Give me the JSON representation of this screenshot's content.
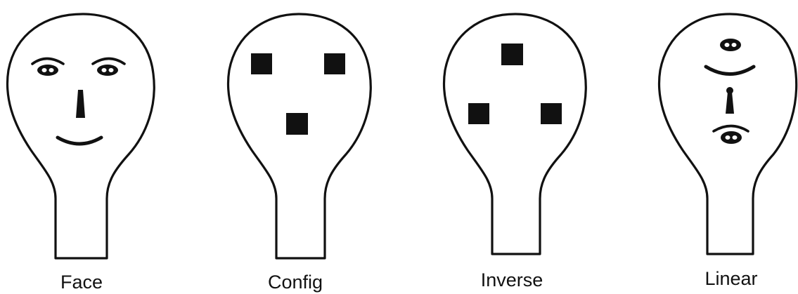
{
  "panels": [
    {
      "id": "face",
      "label": "Face"
    },
    {
      "id": "config",
      "label": "Config"
    },
    {
      "id": "inverse",
      "label": "Inverse"
    },
    {
      "id": "linear",
      "label": "Linear"
    }
  ],
  "colors": {
    "ink": "#111111",
    "background": "#ffffff"
  }
}
